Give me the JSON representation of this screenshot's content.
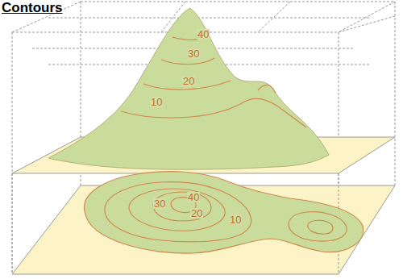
{
  "diagram": {
    "title": "Contours",
    "labels": [
      "40",
      "30",
      "20",
      "10",
      "40",
      "30",
      "20",
      "10"
    ]
  }
}
